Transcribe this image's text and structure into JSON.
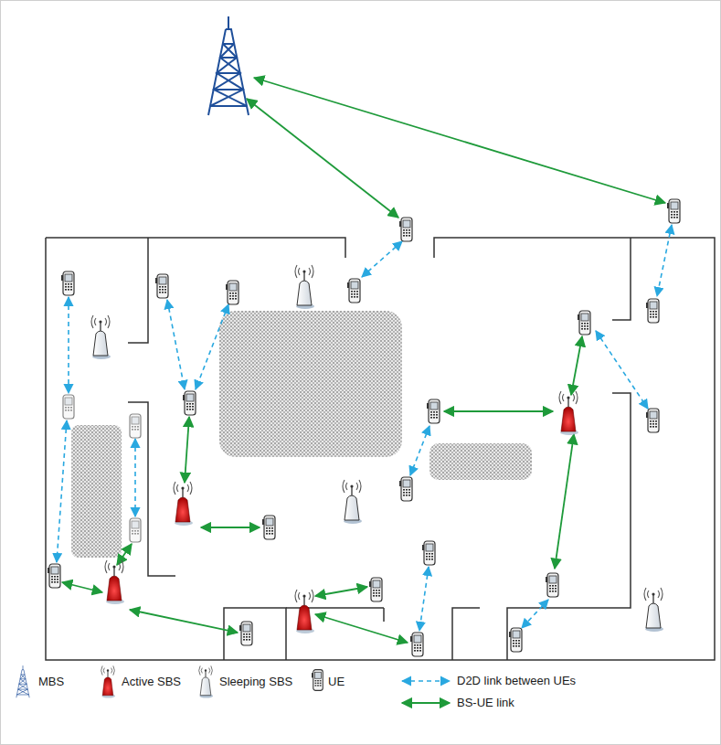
{
  "diagram": {
    "legend": [
      {
        "text": "MBS"
      },
      {
        "text": "Active SBS"
      },
      {
        "text": "Sleeping SBS"
      },
      {
        "text": "UE"
      },
      {
        "text": "D2D link between UEs"
      },
      {
        "text": "BS-UE link"
      }
    ]
  }
}
